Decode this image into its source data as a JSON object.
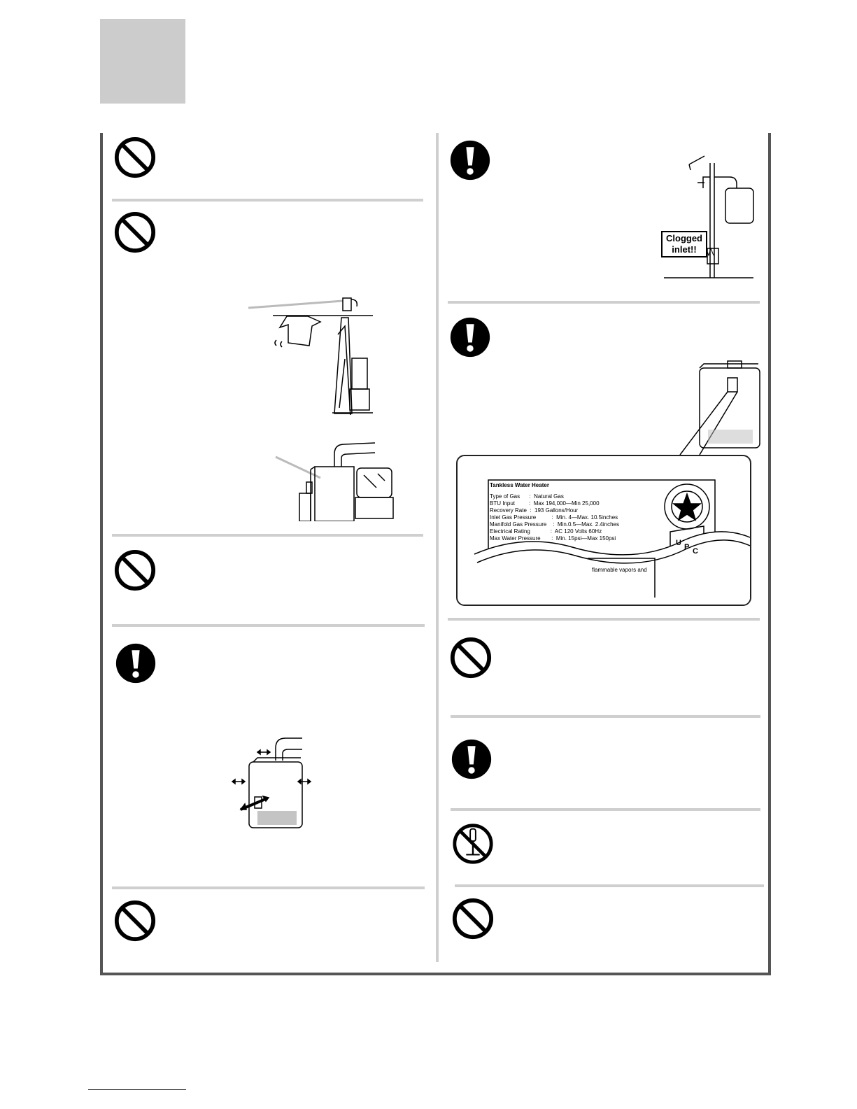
{
  "callouts": {
    "clogged_inlet": "Clogged inlet!!"
  },
  "rating_plate": {
    "title": "Tankless Water Heater",
    "rows": [
      "Type of Gas      :  Natural Gas",
      "BTU Input         :  Max 194,000—Min 25,000",
      "Recovery Rate  :  193 Gallons/Hour",
      "Inlet Gas Pressure          :  Min. 4—Max. 10.5inches",
      "Manifold Gas Pressure    :  Min.0.5—Max. 2.4inches",
      "Electrical Rating             :  AC 120 Volts 60Hz",
      "Max Water Pressure       :  Min. 15psi—Max 150psi"
    ],
    "footnote": "flammable vapors and",
    "upc_letters": [
      "U",
      "P",
      "C"
    ]
  },
  "icons": {
    "prohibited": "prohibited-icon",
    "mandatory": "mandatory-icon",
    "do_not_disassemble": "do-not-disassemble-icon"
  },
  "colors": {
    "panel_gray": "#cccccc",
    "frame": "#555555",
    "divider": "#cfcfcf"
  }
}
